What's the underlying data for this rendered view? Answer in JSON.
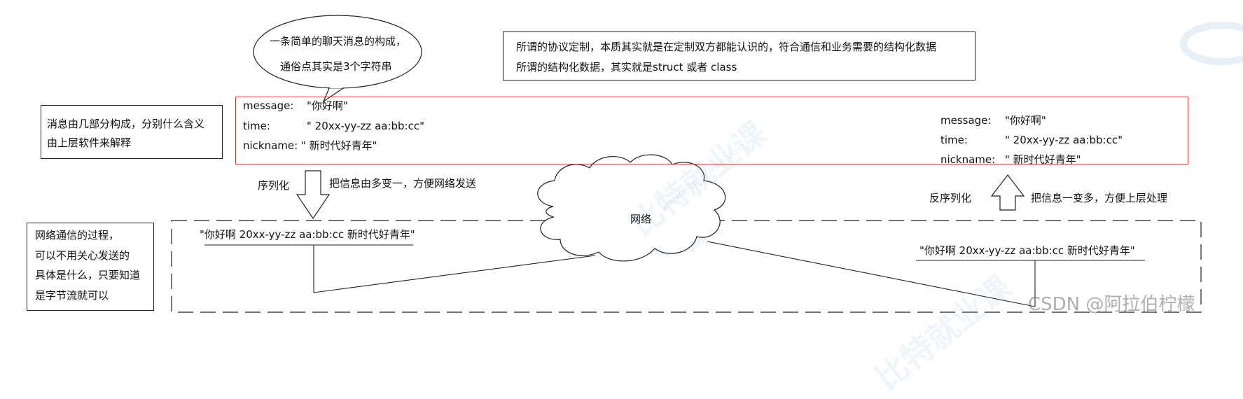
{
  "speech_bubble": {
    "line1": "一条简单的聊天消息的构成，",
    "line2": "通俗点其实是3个字符串"
  },
  "protocol_note": {
    "line1": "所谓的协议定制，本质其实就是在定制双方都能认识的，符合通信和业务需要的结构化数据",
    "line2": "所谓的结构化数据，其实就是struct 或者 class"
  },
  "message_parts_note": {
    "line1": "消息由几部分构成，分别什么含义",
    "line2": "由上层软件来解释"
  },
  "sender_message": {
    "message_label": "message:",
    "message_value": "\"你好啊\"",
    "time_label": "time:",
    "time_value": "\" 20xx-yy-zz aa:bb:cc\"",
    "nickname_label": "nickname:",
    "nickname_value": "\" 新时代好青年\""
  },
  "receiver_message": {
    "message_label": "message:",
    "message_value": "\"你好啊\"",
    "time_label": "time:",
    "time_value": "\" 20xx-yy-zz aa:bb:cc\"",
    "nickname_label": "nickname:",
    "nickname_value": "\" 新时代好青年\""
  },
  "serialize": {
    "label": "序列化",
    "description": "把信息由多变一，方便网络发送"
  },
  "deserialize": {
    "label": "反序列化",
    "description": "把信息一变多，方便上层处理"
  },
  "network": {
    "label": "网络"
  },
  "sender_string": "\"你好啊 20xx-yy-zz aa:bb:cc 新时代好青年\"",
  "receiver_string": "\"你好啊 20xx-yy-zz aa:bb:cc 新时代好青年\"",
  "network_note": {
    "line1": "网络通信的过程，",
    "line2": "可以不用关心发送的",
    "line3": "具体是什么，只要知道",
    "line4": "是字节流就可以"
  },
  "watermark": {
    "brand": "比特就业课",
    "site": "www.bitejiuyeke.com",
    "credit": "CSDN @阿拉伯柠檬"
  },
  "colors": {
    "red_box": "#e03030",
    "stroke": "#222222",
    "watermark": "#78aad2"
  }
}
